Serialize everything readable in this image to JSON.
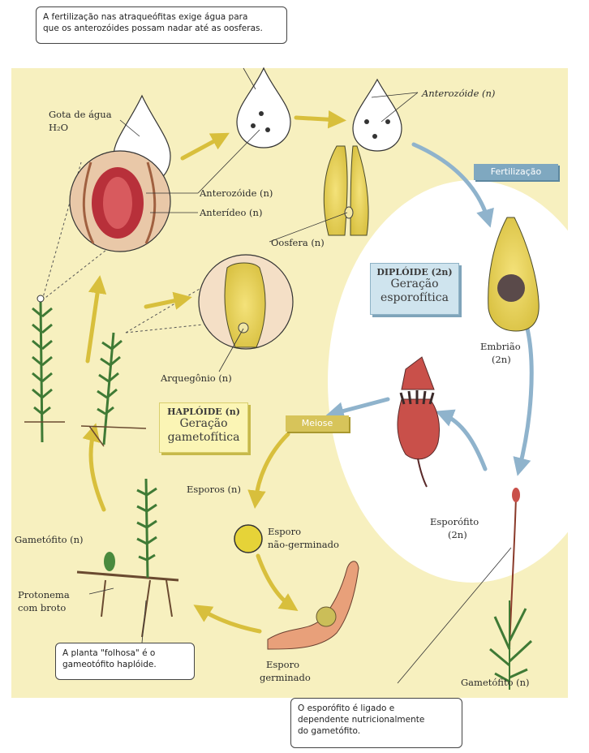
{
  "callouts": {
    "top": [
      "A fertilização nas atraqueófitas exige água para",
      "que os anterozóides possam nadar até as oosferas."
    ],
    "bottom_left": [
      "A planta \"folhosa\" é o",
      "gameotófito haplóide."
    ],
    "bottom_right": [
      "O esporófito é ligado e",
      "dependente nutricionalmente",
      "do gametófito."
    ]
  },
  "labels": {
    "gota": "Gota de água",
    "h2o": "H₂O",
    "anterozoide_top": "Anterozóide (n)",
    "anterozoide_mid": "Anterozóide (n)",
    "anteridio": "Anterídeo (n)",
    "oosfera": "Oosfera (n)",
    "arquegonio": "Arquegônio (n)",
    "embriao": "Embrião",
    "embriao_ploidy": "(2n)",
    "esporos": "Esporos (n)",
    "esporo_ng_1": "Esporo",
    "esporo_ng_2": "não-germinado",
    "gametofito_left": "Gametófito (n)",
    "protonema_1": "Protonema",
    "protonema_2": "com broto",
    "esporo_g_1": "Esporo",
    "esporo_g_2": "germinado",
    "esporofito": "Esporófito",
    "esporofito_ploidy": "(2n)",
    "gametofito_right": "Gametófito (n)"
  },
  "boxes": {
    "haploid_title": "HAPLÓIDE (n)",
    "haploid_line1": "Geração",
    "haploid_line2": "gametofítica",
    "diploid_title": "DIPLÓIDE (2n)",
    "diploid_line1": "Geração",
    "diploid_line2": "esporofítica"
  },
  "tags": {
    "fertilizacao": "Fertilização",
    "meiose": "Meiose"
  },
  "colors": {
    "haploid_bg": "#f7f0bf",
    "diploid_bg": "#ffffff",
    "yellow_arrow": "#d8bf3c",
    "blue_arrow": "#8fb3cc",
    "moss_green": "#3f7a35",
    "capsule_red": "#c9504a"
  }
}
